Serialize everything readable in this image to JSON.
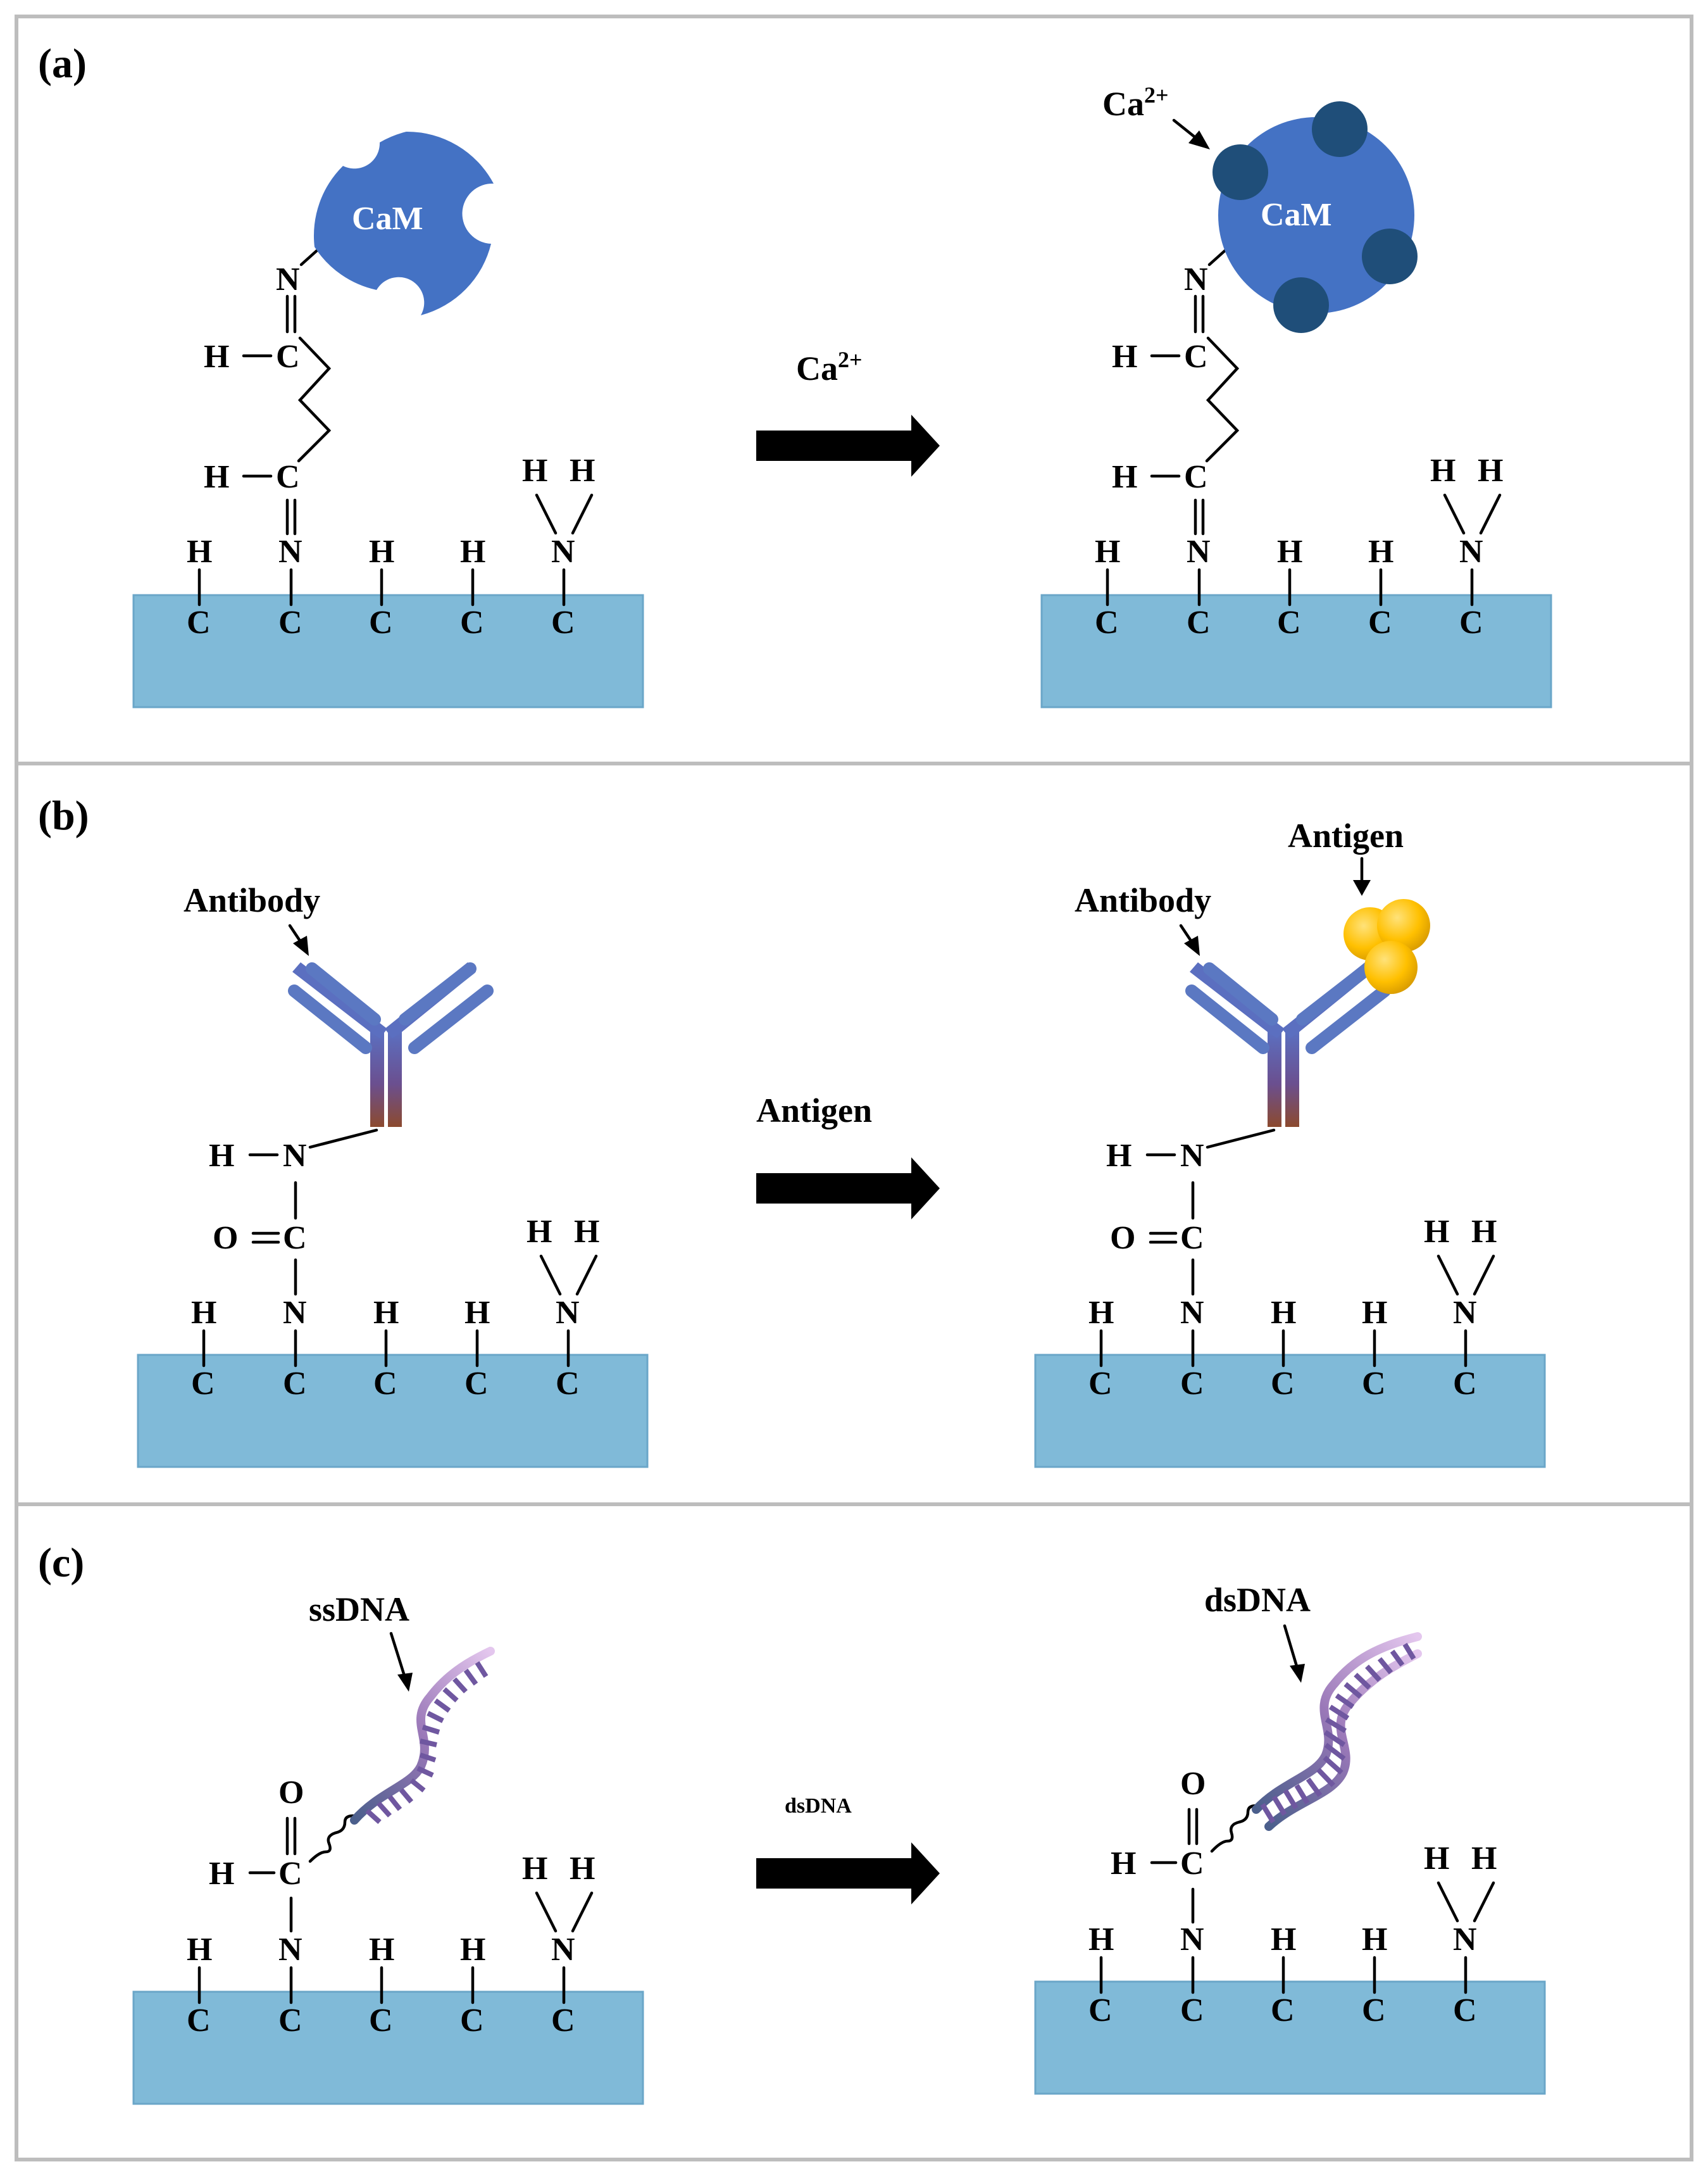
{
  "panels": [
    {
      "label": "(a)",
      "reagent": "Ca",
      "reagent_sup": "2+",
      "before": {
        "protein": "CaM"
      },
      "after": {
        "protein": "CaM",
        "ion": "Ca",
        "ion_sup": "2+"
      }
    },
    {
      "label": "(b)",
      "reagent": "Antigen",
      "before": {
        "probe": "Antibody"
      },
      "after": {
        "probe": "Antibody",
        "target": "Antigen"
      }
    },
    {
      "label": "(c)",
      "reagent": "dsDNA",
      "before": {
        "probe": "ssDNA"
      },
      "after": {
        "probe": "dsDNA"
      }
    }
  ],
  "atoms": {
    "C": "C",
    "H": "H",
    "N": "N",
    "O": "O"
  },
  "colors": {
    "substrate": "#80bad8",
    "calmodulin": "#4472c4",
    "calcium": "#1f4e79",
    "antibody_arm": "#5b78c2",
    "antibody_stem_bottom": "#8c4a2e",
    "antigen": "#ffc000",
    "dna_light": "#d9b3e3",
    "dna_dark": "#4b3a7c",
    "arrow": "#000000",
    "frame": "#bdbdbd"
  },
  "icons": [
    "calmodulin-icon",
    "calcium-ion-icon",
    "antibody-icon",
    "antigen-icon",
    "ssdna-icon",
    "dsdna-icon",
    "right-arrow-icon"
  ]
}
